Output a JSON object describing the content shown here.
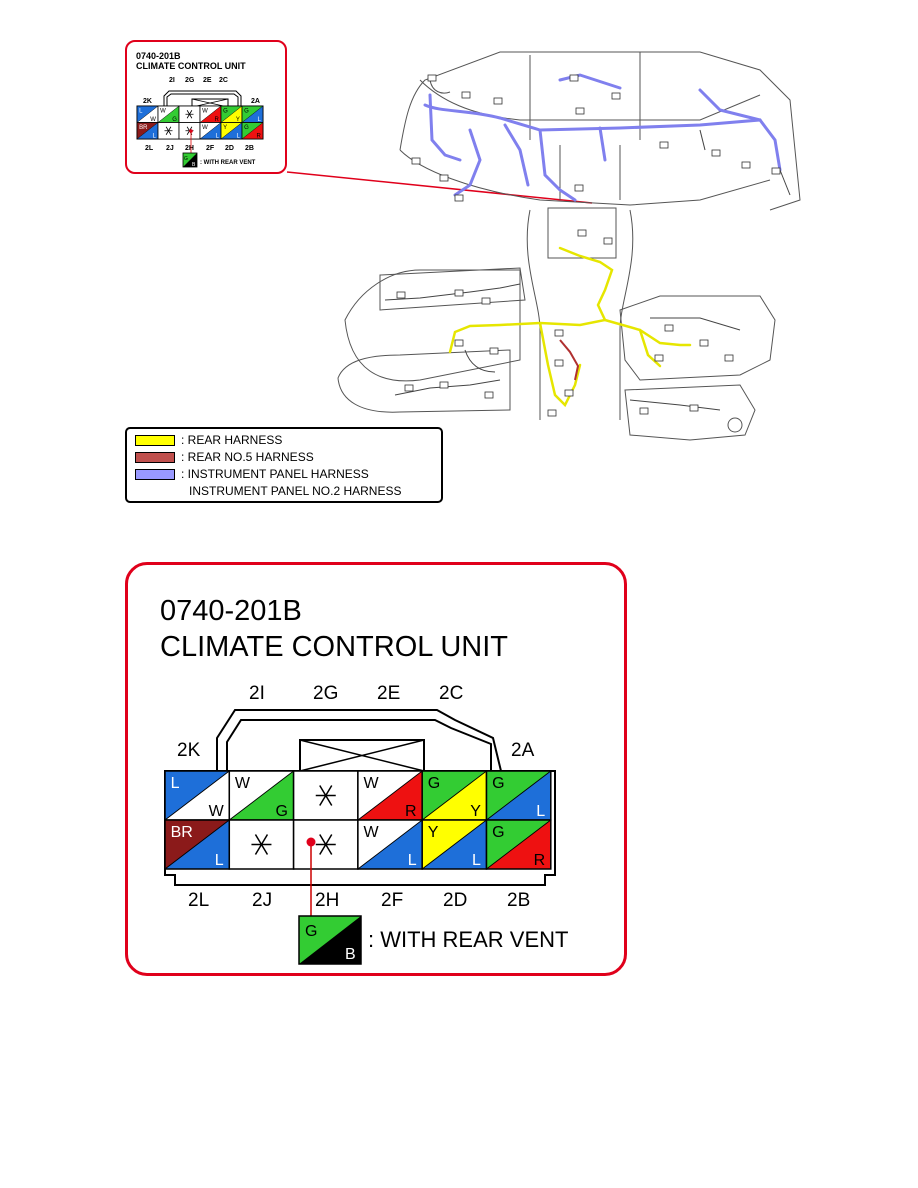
{
  "connector": {
    "code": "0740-201B",
    "name": "CLIMATE CONTROL UNIT",
    "top_labels": [
      "2I",
      "2G",
      "2E",
      "2C"
    ],
    "side_left": "2K",
    "side_right": "2A",
    "bottom_labels": [
      "2L",
      "2J",
      "2H",
      "2F",
      "2D",
      "2B"
    ],
    "note": ": WITH REAR VENT",
    "note_wire": {
      "top": "G",
      "bottom": "B"
    },
    "cells_top": [
      {
        "a": "L",
        "b": "W"
      },
      {
        "a": "W",
        "b": "G"
      },
      {
        "a": "",
        "b": ""
      },
      {
        "a": "W",
        "b": "R"
      },
      {
        "a": "G",
        "b": "Y"
      },
      {
        "a": "G",
        "b": "L"
      }
    ],
    "cells_bottom": [
      {
        "a": "BR",
        "b": "L"
      },
      {
        "a": "",
        "b": ""
      },
      {
        "a": "",
        "b": ""
      },
      {
        "a": "W",
        "b": "L"
      },
      {
        "a": "Y",
        "b": "L"
      },
      {
        "a": "G",
        "b": "R"
      }
    ]
  },
  "legend": {
    "items": [
      {
        "label": ": REAR HARNESS",
        "color": "#ffff00"
      },
      {
        "label": ": REAR NO.5 HARNESS",
        "color": "#c0504d"
      },
      {
        "label": ": INSTRUMENT PANEL HARNESS",
        "color": "#9999ff"
      }
    ],
    "extra_line": "INSTRUMENT PANEL NO.2 HARNESS"
  },
  "colors": {
    "callout_border": "#e0001b",
    "wire_L": "#1e6fd9",
    "wire_W": "#ffffff",
    "wire_G": "#33cc33",
    "wire_R": "#ee1111",
    "wire_Y": "#ffff00",
    "wire_BR": "#8b1a1a",
    "wire_B": "#000000",
    "harness_rear": "#ffff00",
    "harness_rear5": "#b03030",
    "harness_ip": "#8080ee"
  }
}
